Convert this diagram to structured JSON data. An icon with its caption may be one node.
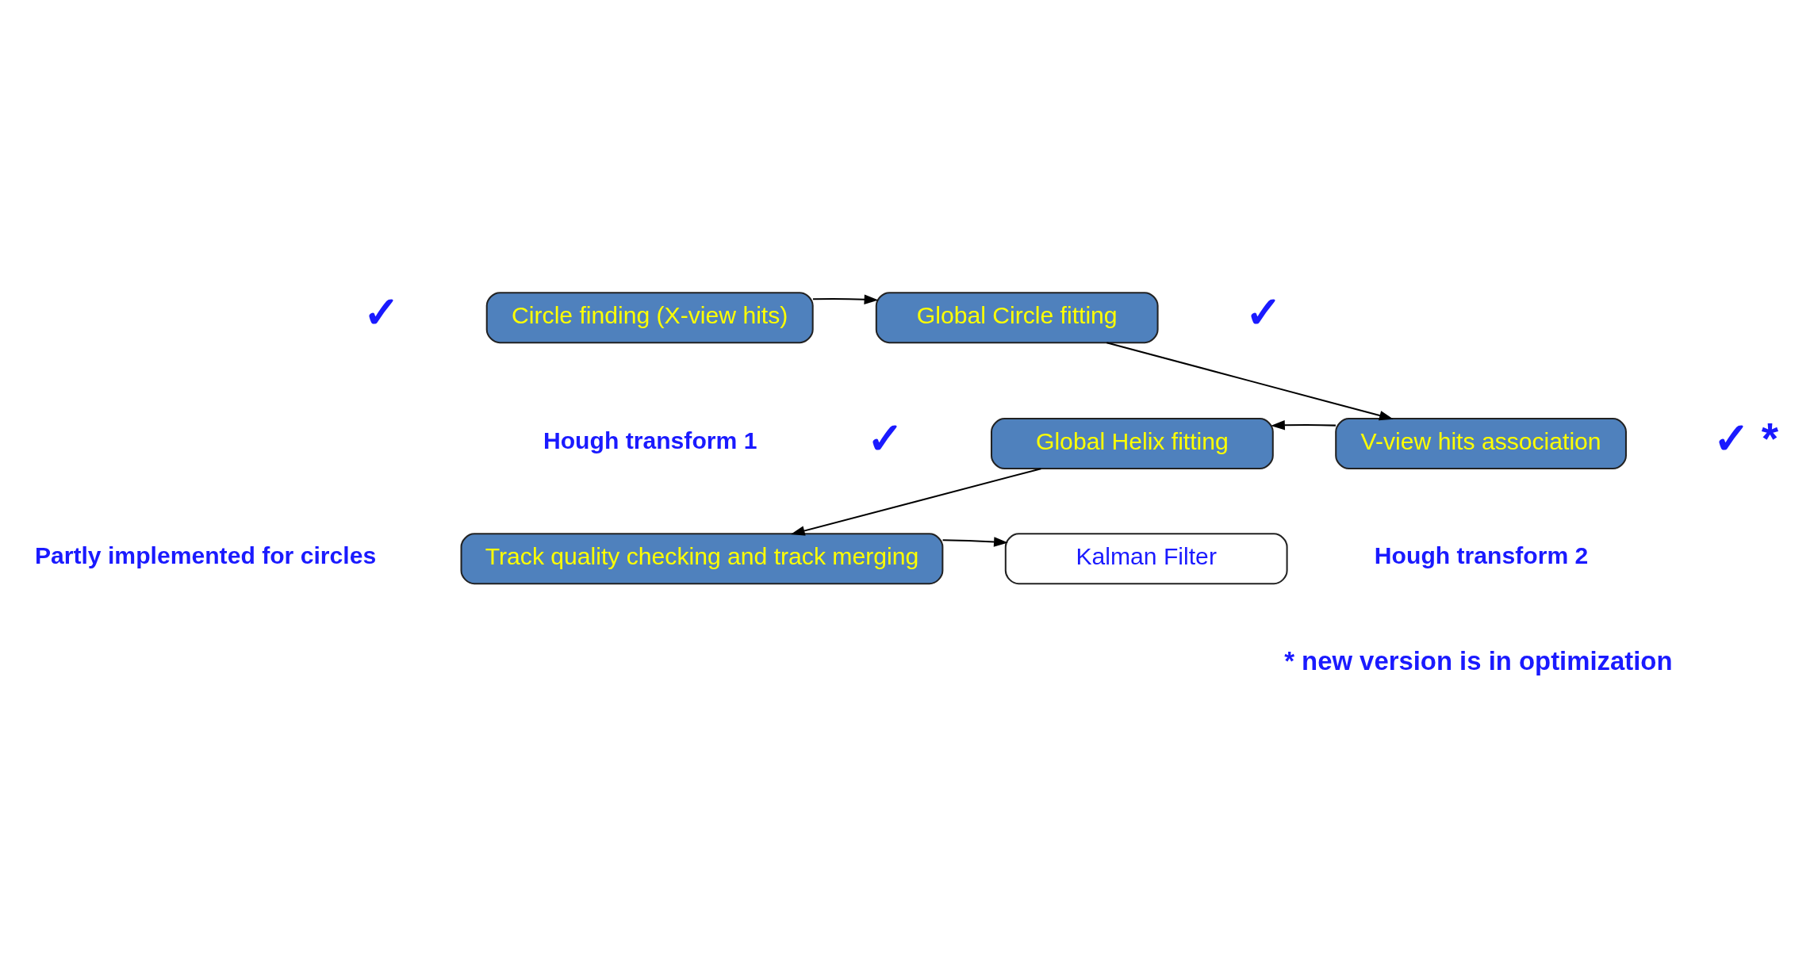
{
  "diagram": {
    "nodes": [
      {
        "text": [
          "Circle finding (X-view hits)"
        ],
        "beside": [
          "✓",
          "Hough transform 1"
        ]
      },
      {
        "text": [
          "Global Circle fitting"
        ],
        "beside": [
          "✓"
        ]
      },
      {
        "text": [
          "V-view hits association"
        ],
        "beside": [
          "✓ *",
          "Hough transform 2"
        ]
      },
      {
        "text": [
          "Global Helix fitting"
        ],
        "beside": [
          "✓"
        ]
      },
      {
        "text": [
          "Track quality checking and track merging"
        ],
        "beside": [
          "Partly implemented for circles"
        ]
      },
      {
        "text": [
          "Kalman Filter"
        ]
      }
    ],
    "edges": [
      {
        "from": 0,
        "to": 1,
        "arrow": "to"
      },
      {
        "from": 1,
        "to": 2,
        "arrow": "to"
      },
      {
        "from": 2,
        "to": 3,
        "arrow": "to"
      },
      {
        "from": 3,
        "to": 4,
        "arrow": "to"
      },
      {
        "from": 4,
        "to": 5,
        "arrow": "to"
      }
    ],
    "labels": [
      "* new version is in optimization"
    ]
  }
}
